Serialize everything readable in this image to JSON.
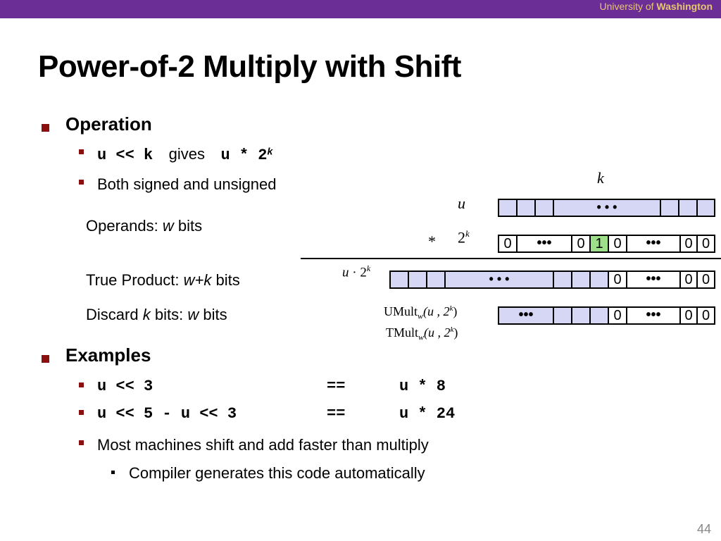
{
  "header": {
    "org_prefix": "University of",
    "org_name": "Washington"
  },
  "title": "Power-of-2 Multiply with Shift",
  "operation": {
    "heading": "Operation",
    "expr_left": "u << k",
    "gives": "gives",
    "expr_right": "u * 2",
    "expr_right_sup": "k",
    "signed_note": "Both signed and unsigned"
  },
  "diagram": {
    "k_label": "k",
    "u_label": "u",
    "star": "*",
    "two": "2",
    "two_sup": "k",
    "prod_label_u": "u",
    "prod_label_dot": " · 2",
    "prod_label_sup": "k",
    "umult": "UMult",
    "tmult": "TMult",
    "sub_w": "w",
    "paren_u": "(u , 2",
    "paren_close": ")",
    "dots": "• • •",
    "bullets": "•••",
    "zero": "0",
    "one": "1",
    "operands_label": "Operands:",
    "operands_w": "w",
    "operands_bits": "bits",
    "true_label": "True Product:",
    "true_w": "w+k",
    "true_bits": "bits",
    "discard_label": "Discard",
    "discard_k": "k",
    "discard_bits": "bits:",
    "discard_w": "w",
    "discard_bits2": "bits"
  },
  "examples": {
    "heading": "Examples",
    "ex1_left": "u << 3",
    "ex1_eq": "==",
    "ex1_right": "u * 8",
    "ex2_left": "u << 5 - u << 3",
    "ex2_eq": "==",
    "ex2_right": "u * 24",
    "note1": "Most machines shift and add faster than multiply",
    "note2": "Compiler generates this code automatically"
  },
  "page_number": "44",
  "colors": {
    "bar": "#6b2d96",
    "bullet": "#8a1010",
    "cell_fill": "#d6d6f5",
    "highlight": "#9ee08a"
  }
}
